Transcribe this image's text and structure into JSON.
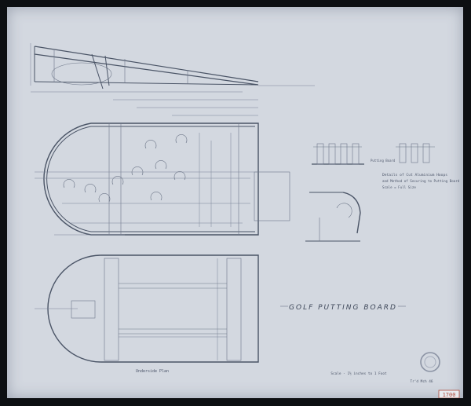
{
  "title": "GOLF PUTTING BOARD",
  "scale_note": "Scale - 1½ inches to 1 Foot",
  "plan_label": "Underside Plan",
  "detail_title": "Details of Cut Aluminium Hoops",
  "detail_line2": "and Method of Securing to Putting Board",
  "detail_line3": "Scale = Full Size",
  "putting_board_note": "Putting Board",
  "drawn_note": "Tr'd Mch 46",
  "stamp_number": "1700",
  "colors": {
    "paper": "#d3d8e0",
    "ink": "#4a5466",
    "stamp": "#b04a3a",
    "border": "#0d0f12"
  }
}
